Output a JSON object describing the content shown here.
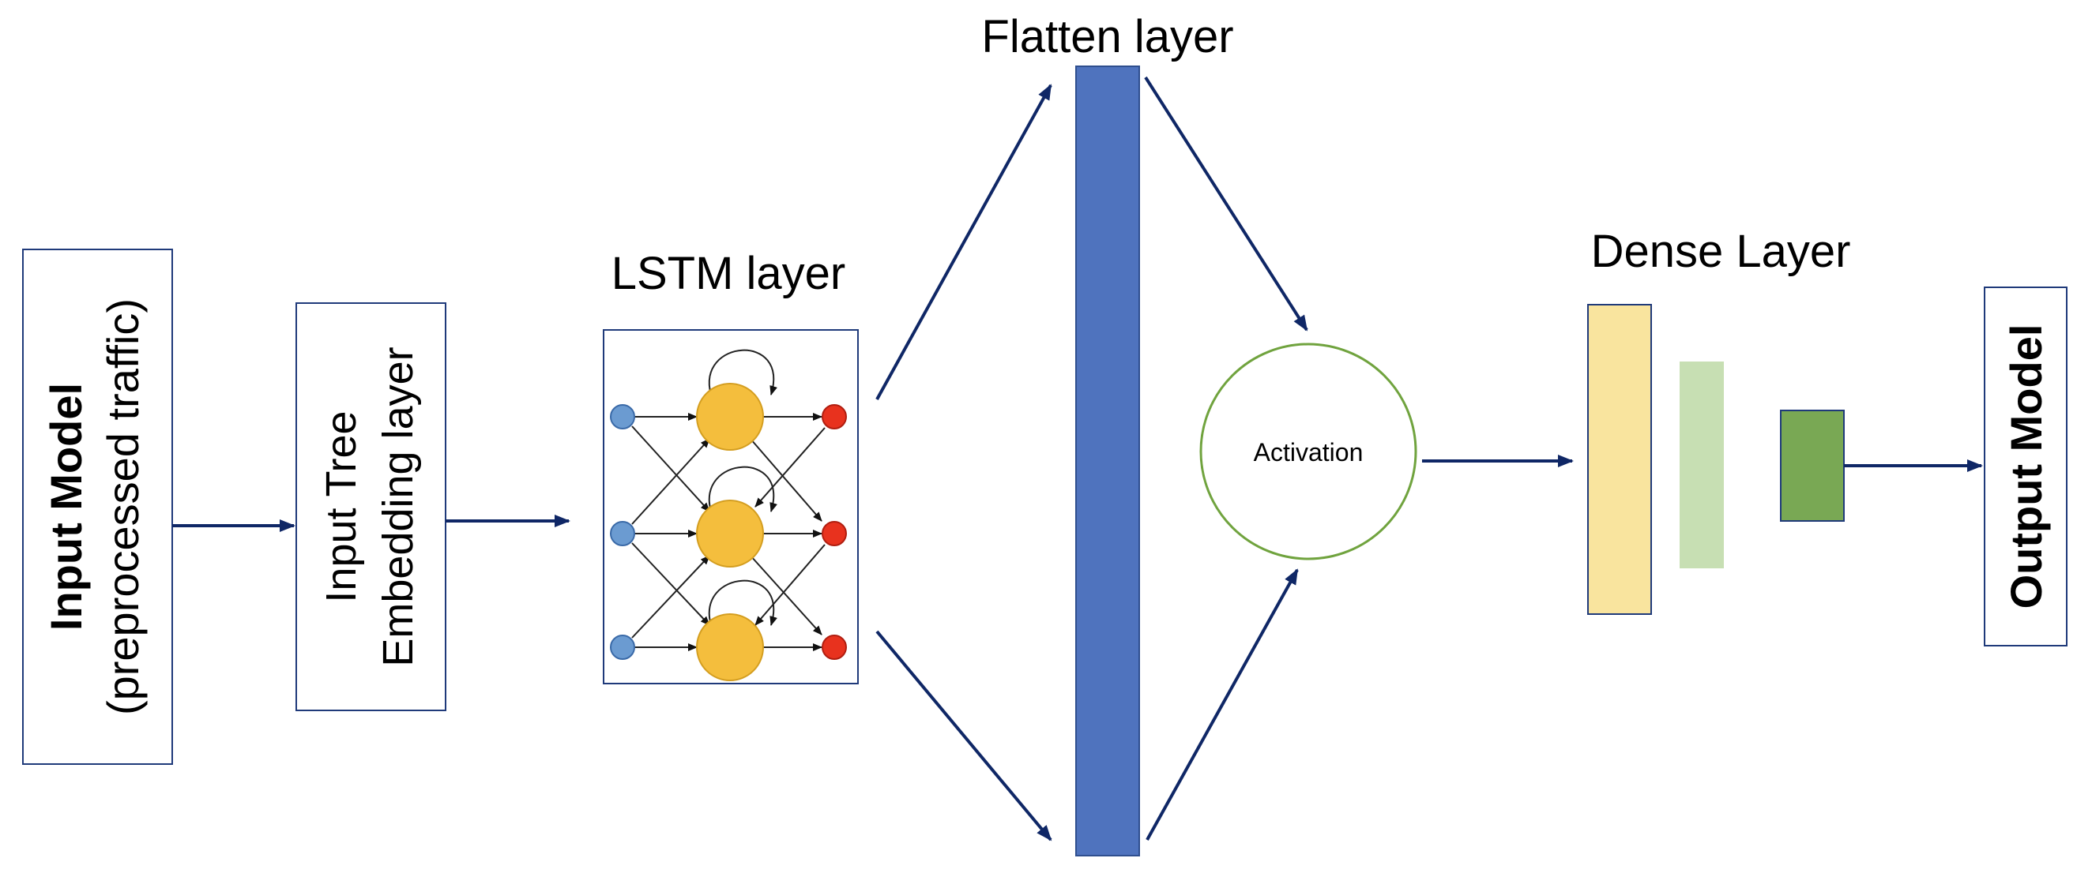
{
  "input_model": {
    "title": "Input Model",
    "subtitle": "(preprocessed traffic)"
  },
  "embedding": {
    "line1": "Input Tree",
    "line2": "Embedding layer"
  },
  "lstm": {
    "label": "LSTM layer"
  },
  "flatten": {
    "label": "Flatten layer"
  },
  "activation": {
    "label": "Activation"
  },
  "dense": {
    "label": "Dense Layer"
  },
  "output_model": {
    "label": "Output Model"
  },
  "colors": {
    "arrow": "#0F2766",
    "box_border": "#1F3A7A",
    "flatten_fill": "#4F73BE",
    "lstm_node_input": "#6B9BD1",
    "lstm_node_hidden": "#F4BE3D",
    "lstm_node_output": "#E8321E",
    "activation_border": "#70A33E",
    "dense_bar_1": "#F9E49E",
    "dense_bar_2": "#C7DFB3",
    "dense_bar_3": "#79A854"
  }
}
